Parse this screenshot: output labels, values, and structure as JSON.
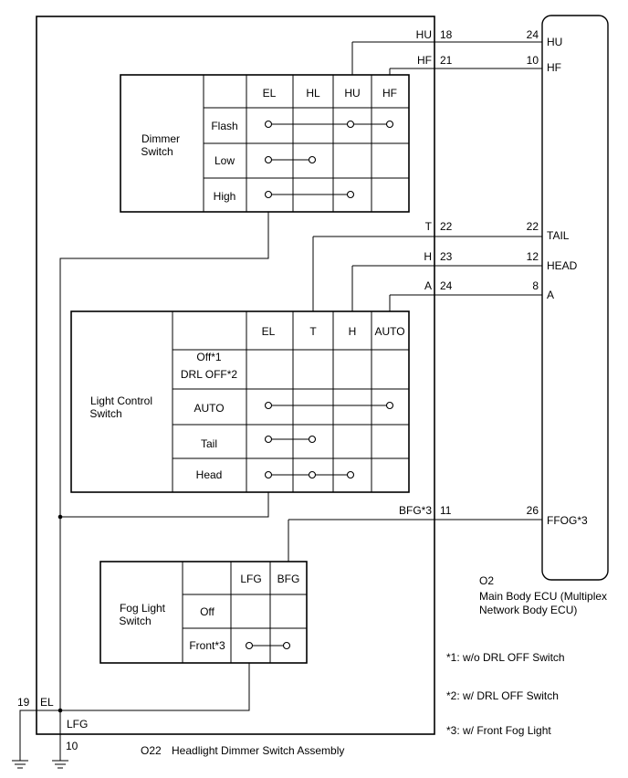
{
  "assembly": {
    "connector": "O22",
    "name": "Headlight Dimmer Switch Assembly"
  },
  "ecu": {
    "connector": "O2",
    "name_line1": "Main Body ECU (Multiplex",
    "name_line2": "Network Body ECU)",
    "pins": [
      {
        "label": "HU",
        "number": "24"
      },
      {
        "label": "HF",
        "number": "10"
      },
      {
        "label": "TAIL",
        "number": "22"
      },
      {
        "label": "HEAD",
        "number": "12"
      },
      {
        "label": "A",
        "number": "8"
      },
      {
        "label": "FFOG*3",
        "number": "26"
      }
    ]
  },
  "assembly_pins": [
    {
      "label": "HU",
      "number": "18"
    },
    {
      "label": "HF",
      "number": "21"
    },
    {
      "label": "T",
      "number": "22"
    },
    {
      "label": "H",
      "number": "23"
    },
    {
      "label": "A",
      "number": "24"
    },
    {
      "label": "BFG*3",
      "number": "11"
    }
  ],
  "ground_pins": {
    "el_label": "EL",
    "el_number": "19",
    "lfg_label": "LFG",
    "lfg_number": "10"
  },
  "dimmer_switch": {
    "title_line1": "Dimmer",
    "title_line2": "Switch",
    "columns": [
      "EL",
      "HL",
      "HU",
      "HF"
    ],
    "rows": [
      "Flash",
      "Low",
      "High"
    ]
  },
  "light_control_switch": {
    "title_line1": "Light Control",
    "title_line2": "Switch",
    "columns": [
      "EL",
      "T",
      "H",
      "AUTO"
    ],
    "rows": [
      {
        "line1": "Off*1",
        "line2": "DRL OFF*2"
      },
      {
        "line1": "AUTO"
      },
      {
        "line1": "Tail"
      },
      {
        "line1": "Head"
      }
    ]
  },
  "fog_light_switch": {
    "title_line1": "Fog Light",
    "title_line2": "Switch",
    "columns": [
      "LFG",
      "BFG"
    ],
    "rows": [
      "Off",
      "Front*3"
    ]
  },
  "notes": [
    "*1: w/o DRL OFF Switch",
    "*2: w/ DRL OFF Switch",
    "*3: w/ Front Fog Light"
  ]
}
